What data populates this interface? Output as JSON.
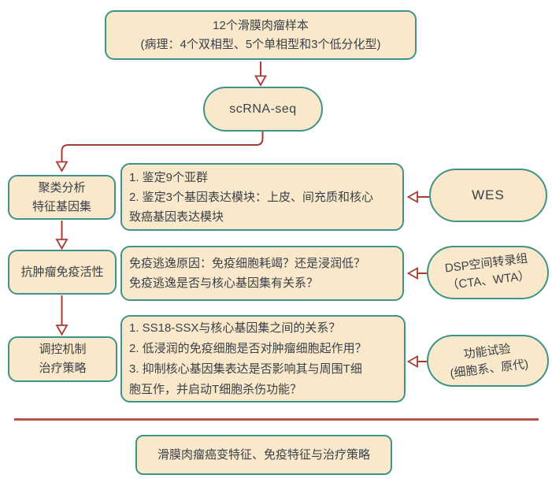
{
  "colors": {
    "node_fill": "#fae8ca",
    "node_border": "#3e9488",
    "arrow": "#a93b32",
    "divider": "#b4524b",
    "text": "#3a4149"
  },
  "nodes": {
    "samples": {
      "lines": [
        "12个滑膜肉瘤样本",
        "(病理：4个双相型、5个单相型和3个低分化型)"
      ]
    },
    "scrna_seq": {
      "label": "scRNA-seq"
    },
    "row1": {
      "left": {
        "lines": [
          "聚类分析",
          "特征基因集"
        ]
      },
      "middle": {
        "lines": [
          "1. 鉴定9个亚群",
          "2. 鉴定3个基因表达模块：上皮、间充质和核心",
          "致癌基因表达模块"
        ]
      },
      "right": {
        "lines": [
          "WES"
        ]
      }
    },
    "row2": {
      "left": {
        "lines": [
          "抗肿瘤免疫活性"
        ]
      },
      "middle": {
        "lines": [
          "免疫逃逸原因：免疫细胞耗竭？还是浸润低？",
          "免疫逃逸是否与核心基因集有关系？"
        ]
      },
      "right": {
        "lines": [
          "DSP空间转录组",
          "（CTA、WTA）"
        ]
      }
    },
    "row3": {
      "left": {
        "lines": [
          "调控机制",
          "治疗策略"
        ]
      },
      "middle": {
        "lines": [
          "1. SS18-SSX与核心基因集之间的关系？",
          "2. 低浸润的免疫细胞是否对肿瘤细胞起作用？",
          "3. 抑制核心基因集表达是否影响其与周围T细",
          "胞互作，并启动T细胞杀伤功能？"
        ]
      },
      "right": {
        "lines": [
          "功能试验",
          "(细胞系、原代)"
        ]
      }
    },
    "conclusion": {
      "label": "滑膜肉瘤癌变特征、免疫特征与治疗策略"
    }
  }
}
